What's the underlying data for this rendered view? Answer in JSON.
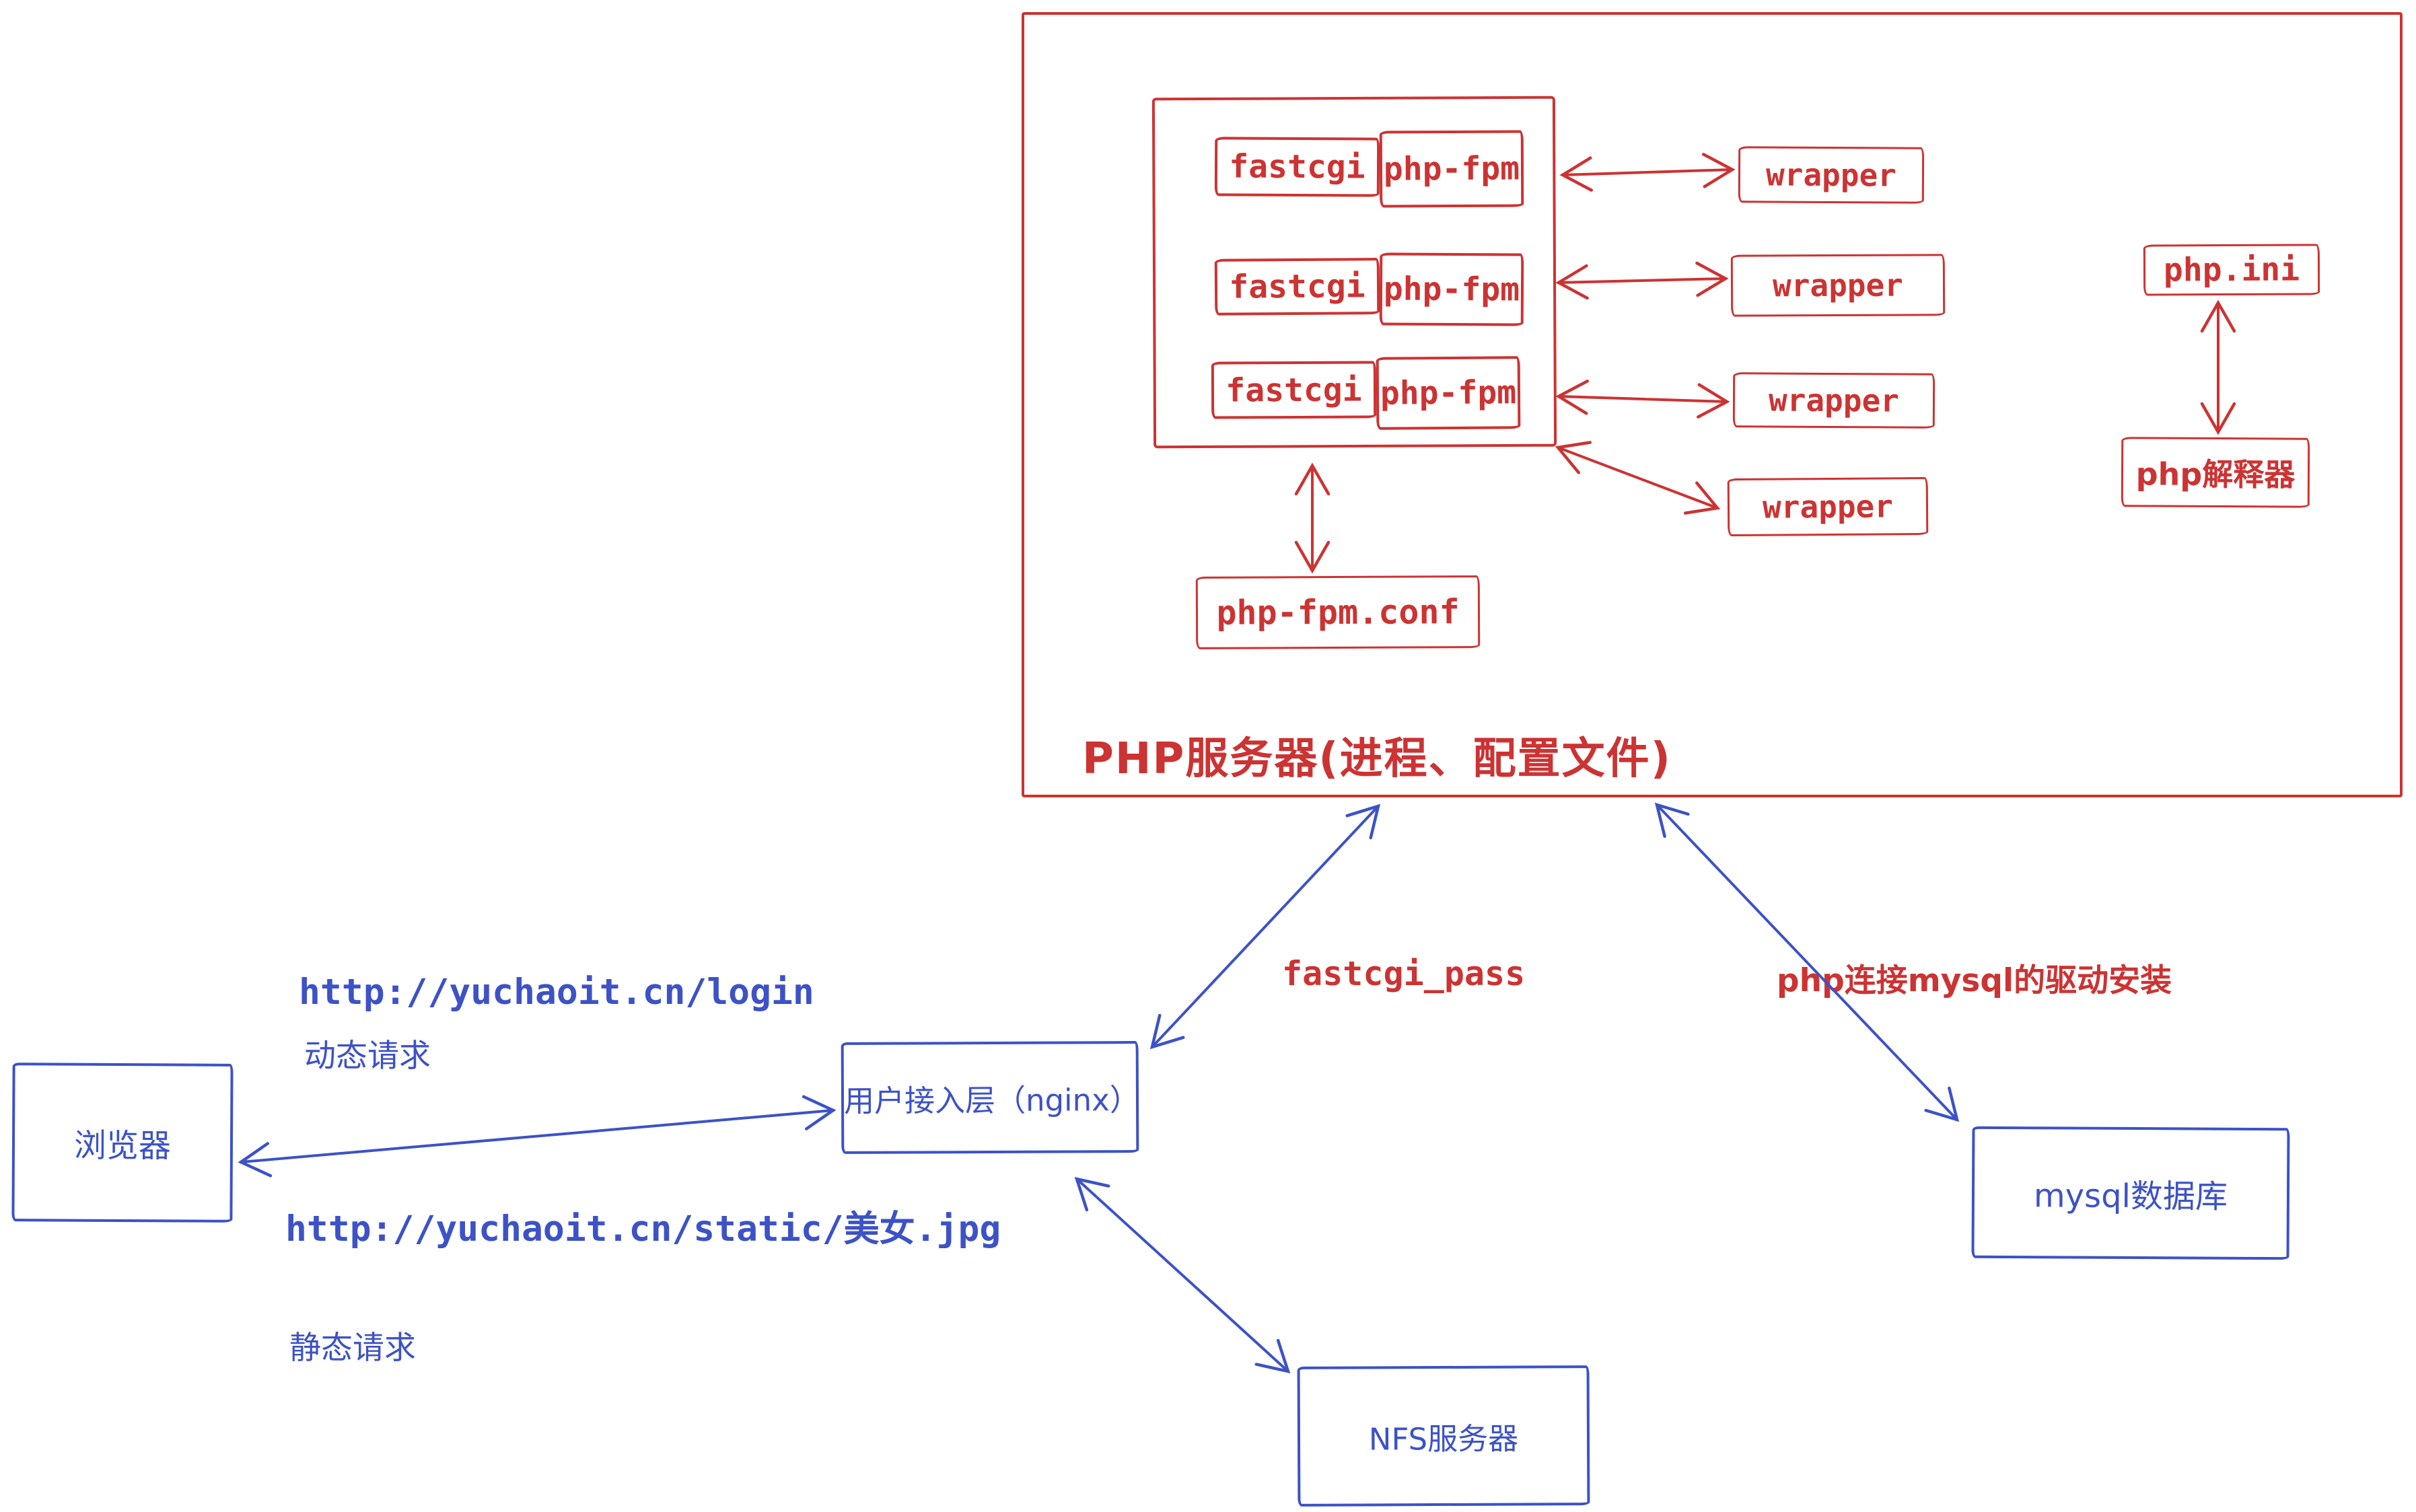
{
  "colors": {
    "red": "#cc3333",
    "blue": "#3d52c6"
  },
  "php_server": {
    "title": "PHP服务器(进程、配置文件)",
    "pool": [
      {
        "fastcgi": "fastcgi",
        "phpfpm": "php-fpm"
      },
      {
        "fastcgi": "fastcgi",
        "phpfpm": "php-fpm"
      },
      {
        "fastcgi": "fastcgi",
        "phpfpm": "php-fpm"
      }
    ],
    "wrappers": [
      {
        "label": "wrapper"
      },
      {
        "label": "wrapper"
      },
      {
        "label": "wrapper"
      },
      {
        "label": "wrapper"
      }
    ],
    "php_ini": "php.ini",
    "php_interpreter": "php解释器",
    "php_fpm_conf": "php-fpm.conf"
  },
  "nodes": {
    "browser": "浏览器",
    "nginx": "用户接入层（nginx）",
    "mysql": "mysql数据库",
    "nfs": "NFS服务器"
  },
  "annotations": {
    "login_url": "http://yuchaoit.cn/login",
    "dynamic_request": "动态请求",
    "static_url": "http://yuchaoit.cn/static/美女.jpg",
    "static_request": "静态请求",
    "fastcgi_pass": "fastcgi_pass",
    "mysql_driver": "php连接mysql的驱动安装"
  }
}
